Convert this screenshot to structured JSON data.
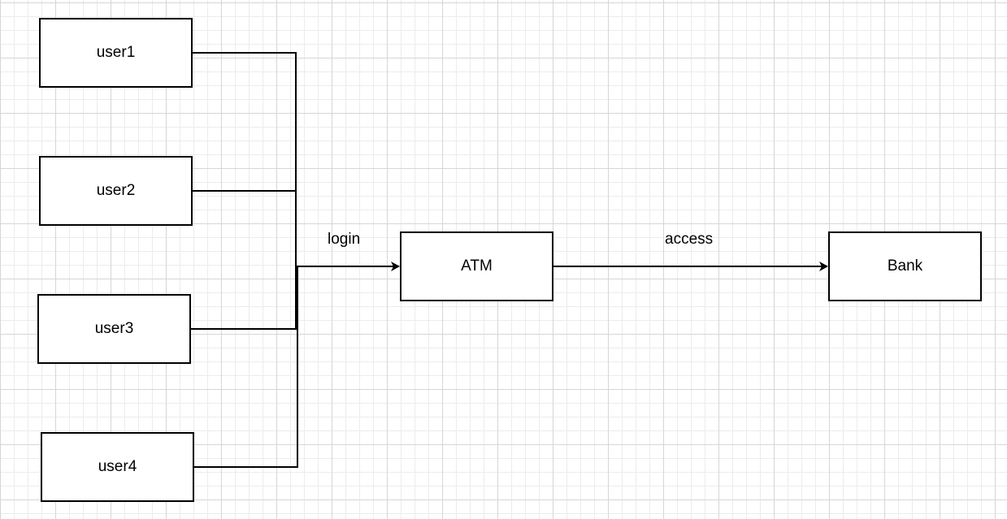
{
  "diagram": {
    "nodes": {
      "user1": "user1",
      "user2": "user2",
      "user3": "user3",
      "user4": "user4",
      "atm": "ATM",
      "bank": "Bank"
    },
    "edges": {
      "login": "login",
      "access": "access"
    },
    "colors": {
      "stroke": "#000000",
      "fill": "#ffffff",
      "grid": "#d6d6d6"
    }
  }
}
